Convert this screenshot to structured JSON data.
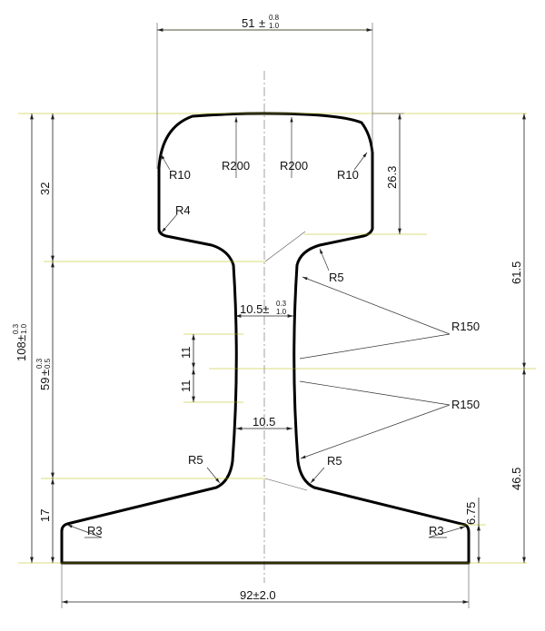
{
  "drawing": {
    "dimensions": {
      "head_width": "51",
      "head_width_tol_upper": "0.8",
      "head_width_tol_lower": "1.0",
      "base_width": "92±2.0",
      "total_height": "108",
      "total_height_tol_upper": "0.3",
      "total_height_tol_lower": "1.0",
      "web_height": "59",
      "web_height_tol_upper": "0.3",
      "web_height_tol_lower": "0.5",
      "head_depth": "32",
      "foot_depth": "17",
      "web_thickness_top": "10.5±",
      "web_thickness_top_tol_upper": "0.3",
      "web_thickness_top_tol_lower": "1.0",
      "web_thickness": "10.5",
      "head_side_height": "26.3",
      "upper_height": "61.5",
      "lower_height": "46.5",
      "foot_edge": "6.75",
      "web_step_upper": "11",
      "web_step_lower": "11"
    },
    "radii": {
      "r10_left": "R10",
      "r10_right": "R10",
      "r200_left": "R200",
      "r200_right": "R200",
      "r4": "R4",
      "r5_upper_right": "R5",
      "r150_upper": "R150",
      "r150_lower": "R150",
      "r5_lower_left": "R5",
      "r5_lower_right": "R5",
      "r3_left": "R3",
      "r3_right": "R3"
    }
  }
}
